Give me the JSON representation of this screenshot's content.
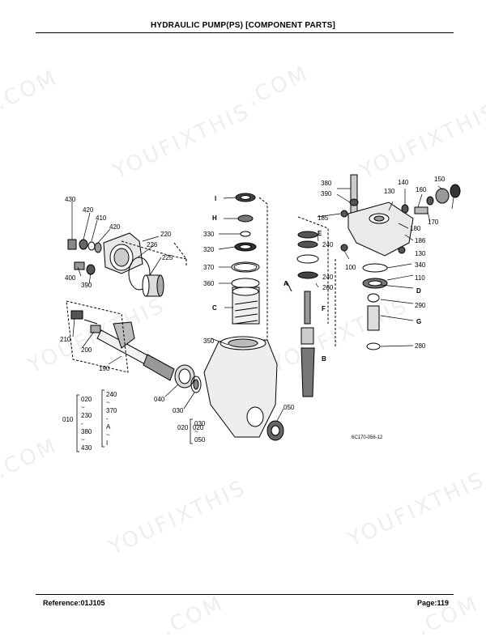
{
  "header": {
    "title": "HYDRAULIC PUMP(PS) [COMPONENT PARTS]"
  },
  "footer": {
    "reference": "Reference:01J105",
    "page": "Page:119"
  },
  "watermark": {
    "text": "YOUFIXTHIS",
    "domain": ".COM"
  },
  "diagram": {
    "code": "6C170-056-12",
    "part_numbers": [
      "430",
      "420",
      "410",
      "420",
      "220",
      "226",
      "225",
      "400",
      "390",
      "210",
      "200",
      "190",
      "040",
      "030",
      "020",
      "050",
      "350",
      "380",
      "390",
      "130",
      "140",
      "150",
      "160",
      "185",
      "170",
      "180",
      "186",
      "100",
      "130",
      "340",
      "110",
      "290",
      "280",
      "240",
      "240",
      "260",
      "330",
      "320",
      "370",
      "360"
    ],
    "letters": [
      "I",
      "H",
      "E",
      "A",
      "C",
      "F",
      "B",
      "D",
      "G"
    ],
    "groups": {
      "g010": {
        "label": "010",
        "items": [
          "020",
          "~",
          "230",
          "-",
          "380",
          "~",
          "430"
        ]
      },
      "g240": {
        "items": [
          "240",
          "~",
          "370",
          "-",
          "A",
          "~",
          "I"
        ]
      },
      "g020": {
        "label": "020",
        "items": [
          "030",
          "~",
          "050"
        ]
      }
    }
  }
}
